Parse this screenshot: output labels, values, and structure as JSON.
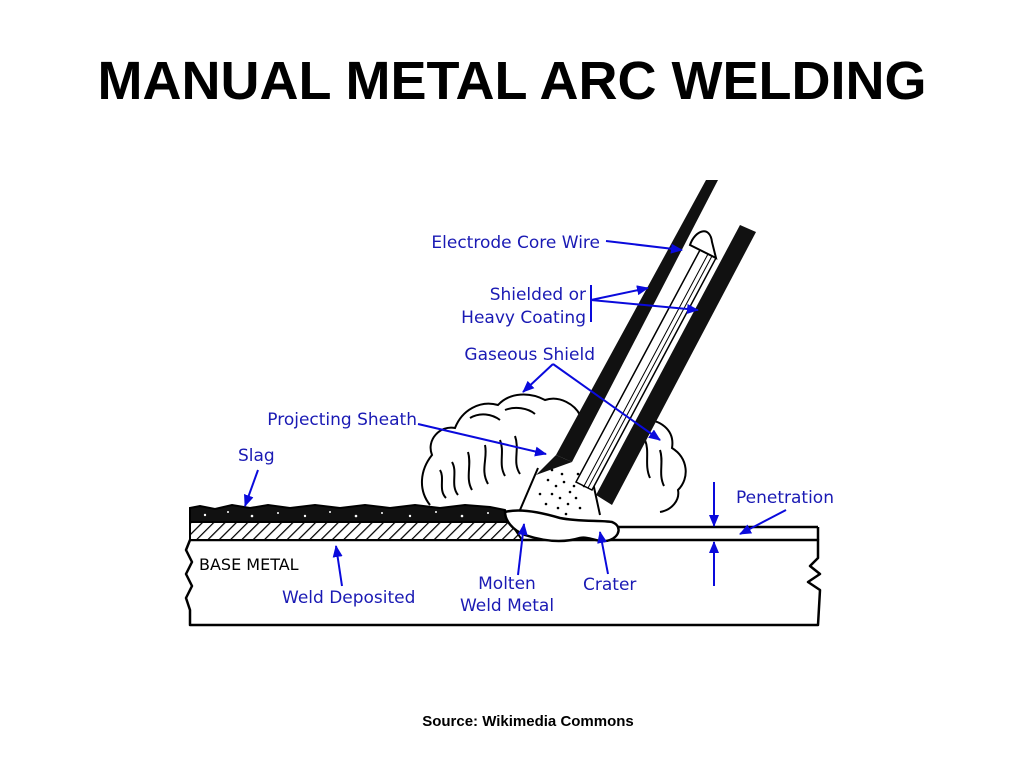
{
  "title": "MANUAL METAL ARC WELDING",
  "colors": {
    "label": "#1a1ab4",
    "arrow": "#0a0adc",
    "ink": "#000000",
    "paper": "#ffffff"
  },
  "diagram": {
    "labels": {
      "electrode_core_wire": "Electrode Core Wire",
      "shielded_line1": "Shielded or",
      "shielded_line2": "Heavy Coating",
      "gaseous_shield": "Gaseous Shield",
      "projecting_sheath": "Projecting Sheath",
      "slag": "Slag",
      "penetration": "Penetration",
      "base_metal": "BASE METAL",
      "weld_deposited": "Weld Deposited",
      "molten_line1": "Molten",
      "molten_line2": "Weld Metal",
      "crater": "Crater"
    }
  },
  "source": "Source: Wikimedia Commons"
}
